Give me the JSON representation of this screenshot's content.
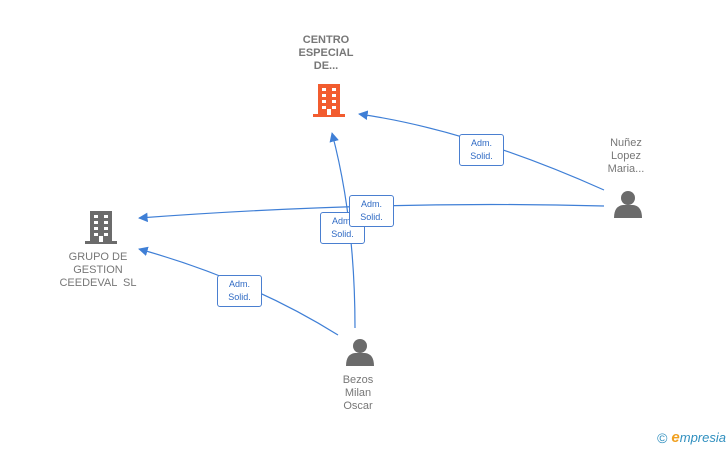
{
  "nodes": {
    "centro": {
      "lines": [
        "CENTRO",
        "ESPECIAL",
        "DE..."
      ],
      "color": "#f25c2f"
    },
    "grupo": {
      "lines": [
        "GRUPO DE",
        "GESTION",
        "CEEDEVAL  SL"
      ],
      "color": "#666666"
    },
    "nunez": {
      "lines": [
        "Nuñez",
        "Lopez",
        "Maria..."
      ],
      "color": "#666666"
    },
    "bezos": {
      "lines": [
        "Bezos",
        "Milan",
        "Oscar"
      ],
      "color": "#666666"
    }
  },
  "edges": [
    {
      "label": [
        "Adm.",
        "Solid."
      ]
    },
    {
      "label": [
        "Adm.",
        "Solid."
      ]
    },
    {
      "label": [
        "Adm.",
        "Solid."
      ]
    },
    {
      "label": [
        "Adm.",
        "Solid."
      ]
    }
  ],
  "colors": {
    "edge": "#3f7fd6",
    "badge_text": "#2f6ac4"
  },
  "icons": {
    "company": "building-icon",
    "person": "person-icon"
  },
  "footer": {
    "copyright": "©",
    "brand_initial": "e",
    "brand_rest": "mpresia"
  }
}
